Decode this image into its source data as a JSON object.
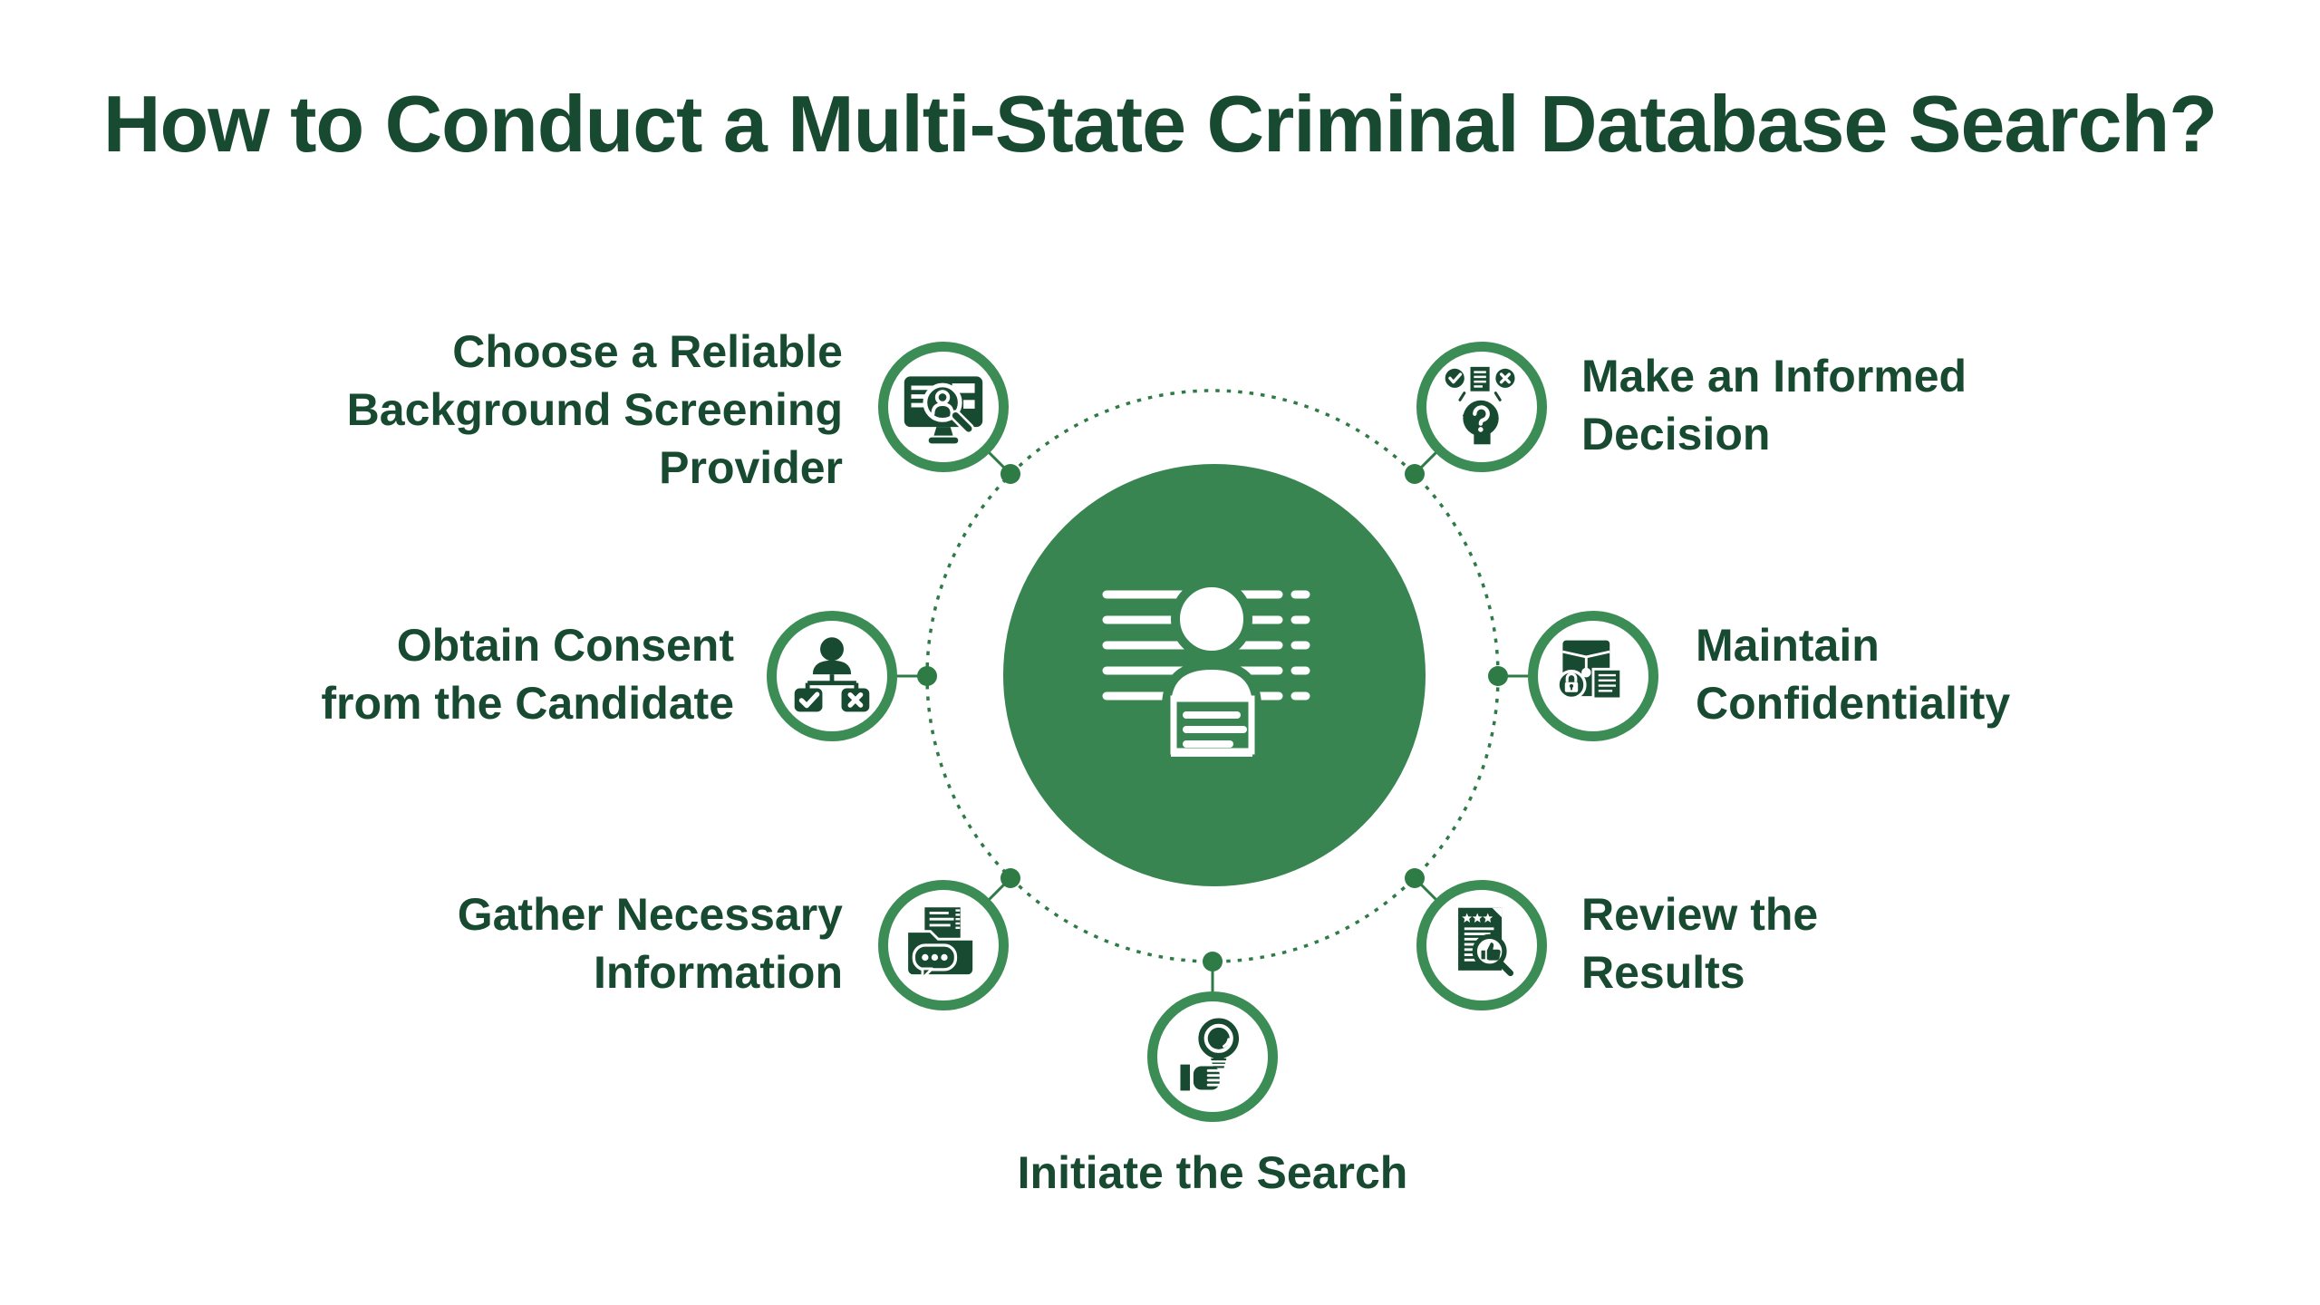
{
  "title": "How to Conduct a Multi-State Criminal Database Search?",
  "colors": {
    "background": "#FFFFFF",
    "dark_green_text_icons": "#174A30",
    "ring_green": "#3C8C55",
    "center_circle_green": "#388552",
    "dot_line_green": "#2E7B46"
  },
  "center": {
    "icon": "mugshot-icon"
  },
  "steps": [
    {
      "label": "Choose a Reliable\nBackground Screening\nProvider",
      "icon": "monitor-search-icon",
      "position": "top-left"
    },
    {
      "label": "Obtain Consent\nfrom the Candidate",
      "icon": "consent-checklist-icon",
      "position": "left"
    },
    {
      "label": "Gather Necessary\nInformation",
      "icon": "folder-documents-icon",
      "position": "bottom-left"
    },
    {
      "label": "Initiate the Search",
      "icon": "hand-magnifier-icon",
      "position": "bottom"
    },
    {
      "label": "Review the\nResults",
      "icon": "report-review-icon",
      "position": "bottom-right"
    },
    {
      "label": "Maintain\nConfidentiality",
      "icon": "confidential-file-icon",
      "position": "right"
    },
    {
      "label": "Make an Informed\nDecision",
      "icon": "decision-head-icon",
      "position": "top-right"
    }
  ]
}
